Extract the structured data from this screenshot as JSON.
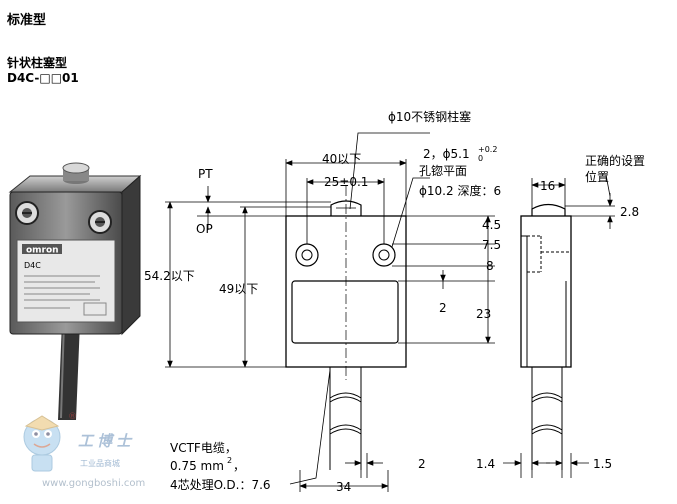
{
  "header": {
    "title": "标准型",
    "subtitle": "针状柱塞型",
    "model": "D4C-□□01"
  },
  "dimensions": {
    "plunger_material": "ϕ10不锈钢柱塞",
    "hole_spec_line1": "2，ϕ5.1",
    "hole_tol_upper": "+0.2",
    "hole_tol_lower": "0",
    "hole_spec_line2": "孔锪平面",
    "hole_spec_line3": "ϕ10.2 深度：6",
    "width_max": "40以下",
    "hole_pitch": "25±0.1",
    "pt": "PT",
    "op": "OP",
    "height_max": "54.2以下",
    "height_49": "49以下",
    "d_4_5": "4.5",
    "d_7_5": "7.5",
    "d_8": "8",
    "d_2": "2",
    "d_23": "23",
    "side_16": "16",
    "setting_pos_line1": "正确的设置",
    "setting_pos_line2": "位置",
    "d_2_8": "2.8",
    "cable_line1": "VCTF电缆，",
    "cable_line2": "0.75 mm",
    "cable_sup": "2",
    "cable_line2_tail": "，",
    "cable_line3": "4芯处理O.D.：7.6",
    "bottom_2": "2",
    "bottom_34": "34",
    "bottom_1_4": "1.4",
    "bottom_1_5": "1.5"
  },
  "photo_labels": {
    "brand": "omron",
    "model": "D4C"
  },
  "watermark": {
    "brand_cn": "工博士",
    "sub_cn": "工业品商城",
    "registered": "®",
    "url": "www.gongboshi.com"
  }
}
